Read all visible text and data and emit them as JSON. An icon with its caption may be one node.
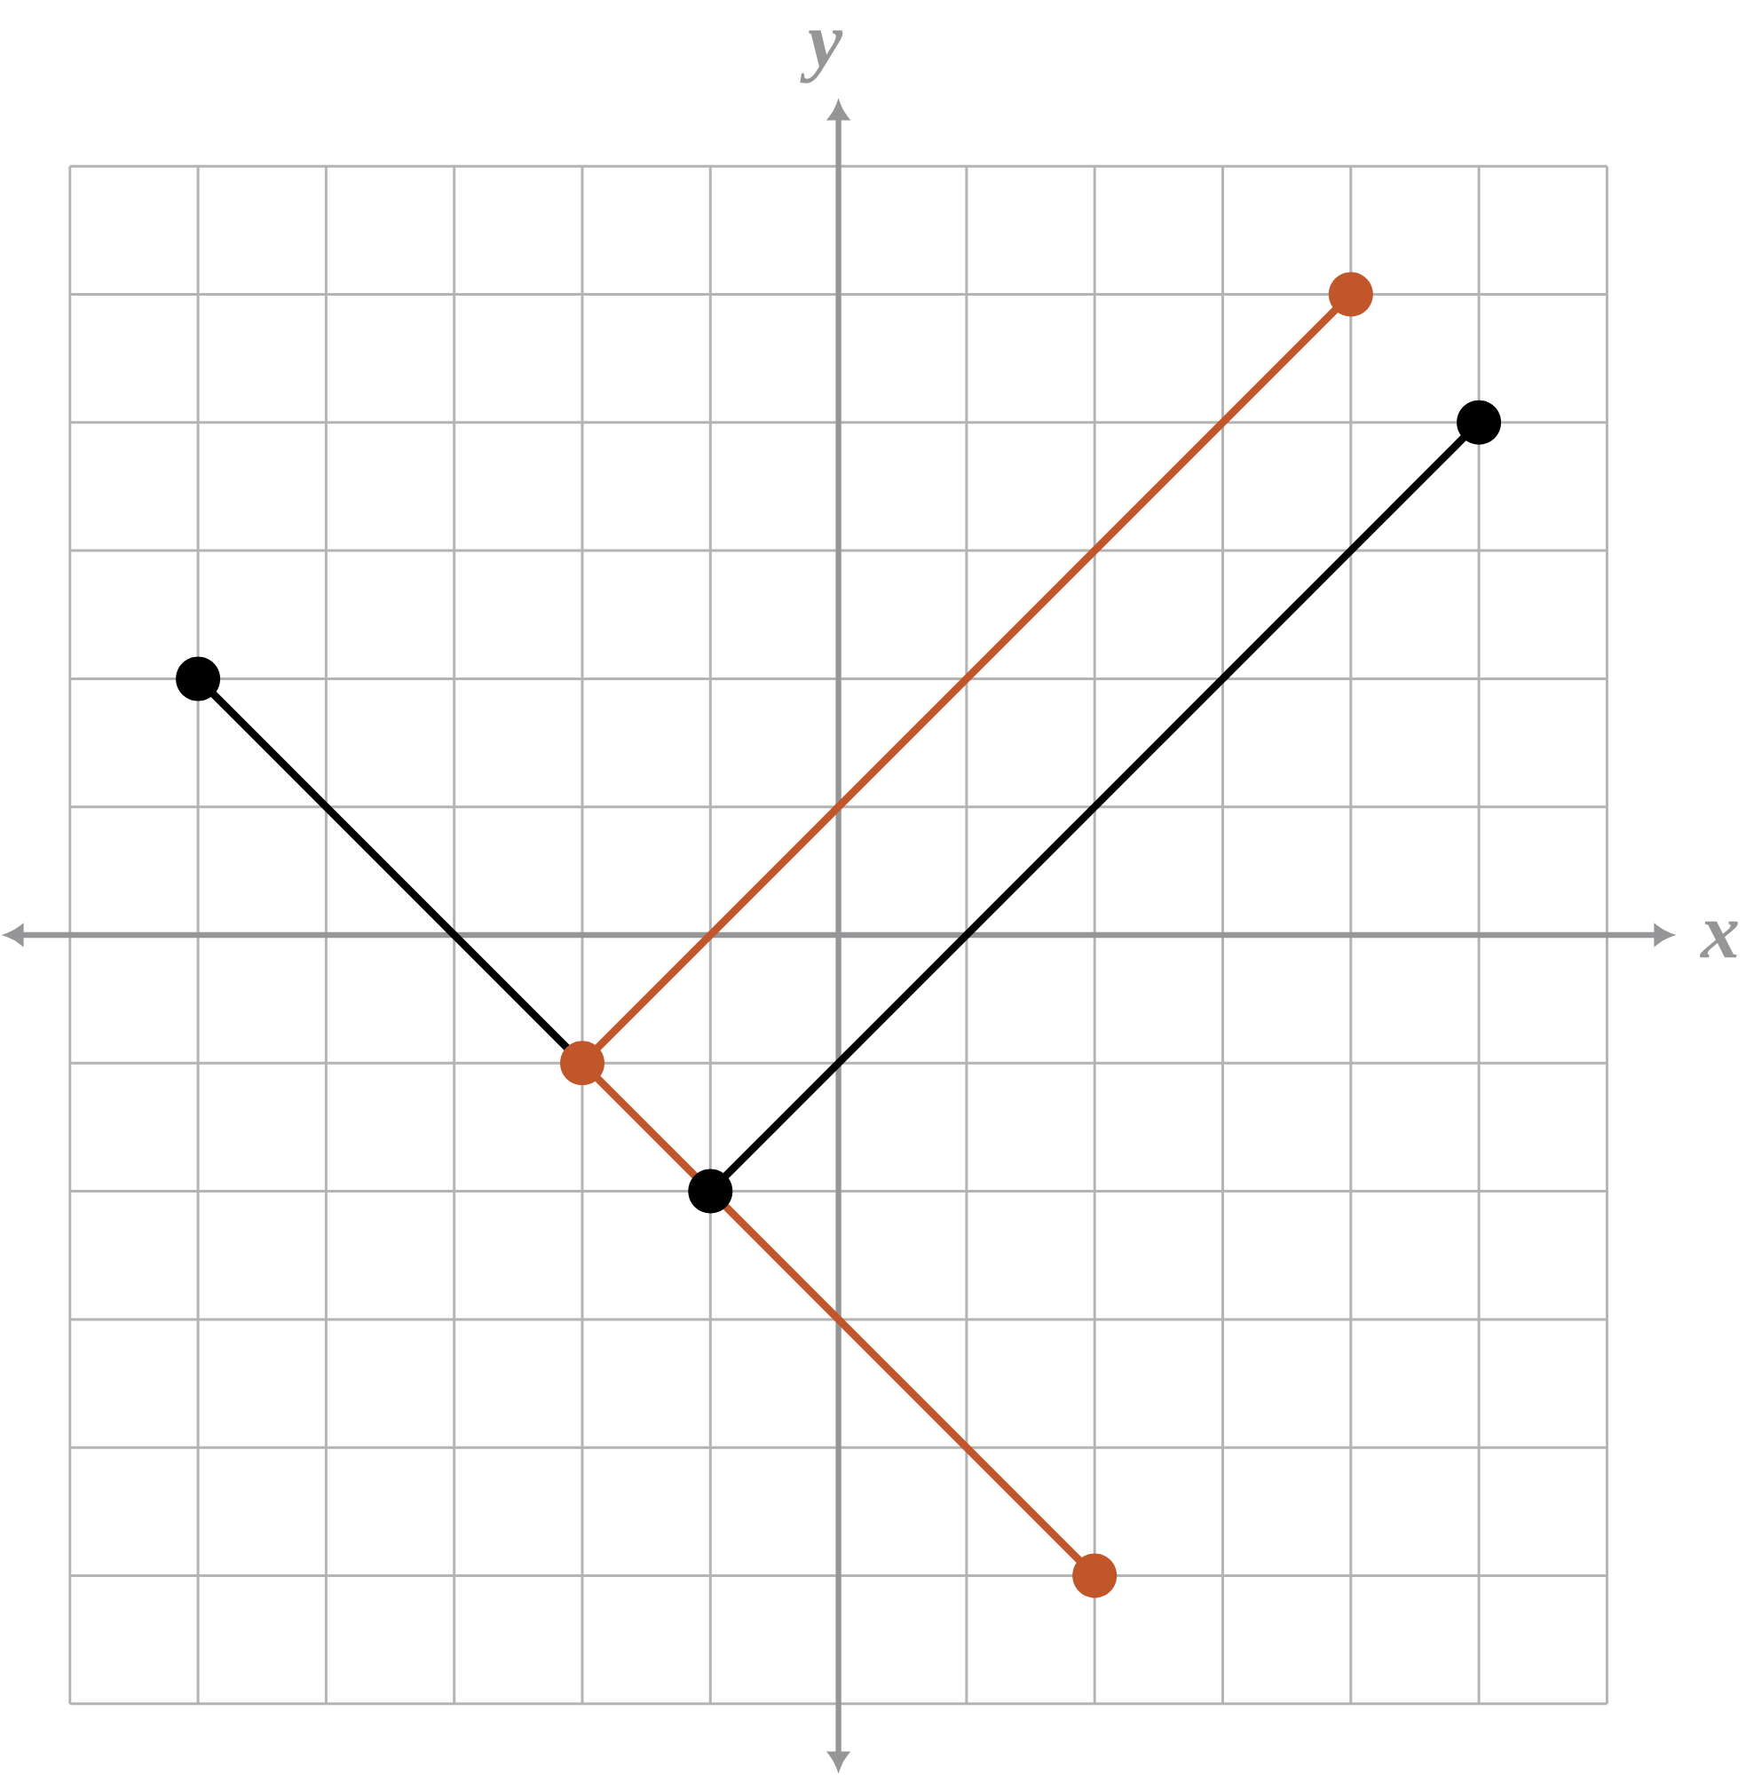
{
  "diagram": {
    "nodes": [
      {
        "text": [],
        "shape": "circle"
      },
      {
        "text": [],
        "shape": "circle"
      },
      {
        "text": [],
        "shape": "circle"
      },
      {
        "text": [],
        "shape": "circle"
      },
      {
        "text": [],
        "shape": "circle"
      },
      {
        "text": [],
        "shape": "circle"
      }
    ],
    "edges": [
      {
        "from": 0,
        "to": 4,
        "arrow": "none",
        "color": "#000000"
      },
      {
        "from": 1,
        "to": 2,
        "arrow": "none",
        "color": "#000000"
      },
      {
        "from": 3,
        "to": 4,
        "arrow": "none",
        "color": "#c1562a"
      },
      {
        "from": 4,
        "to": 1,
        "arrow": "none",
        "color": "#c1562a"
      },
      {
        "from": 1,
        "to": 5,
        "arrow": "none",
        "color": "#c1562a"
      }
    ],
    "labels": [
      "y",
      "x"
    ]
  }
}
